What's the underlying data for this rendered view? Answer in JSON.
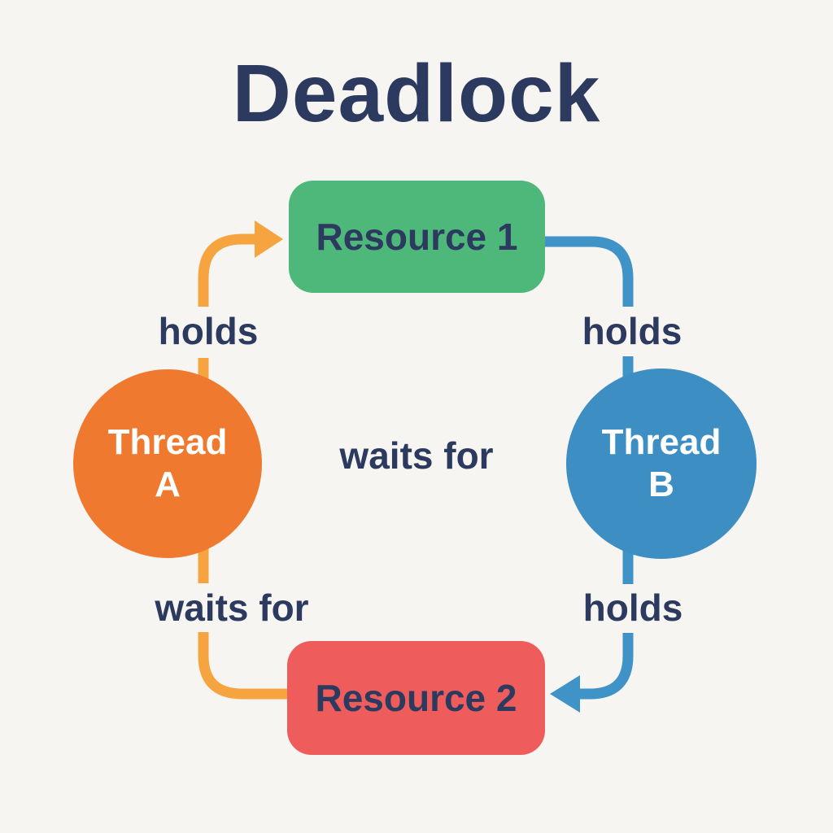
{
  "title": "Deadlock",
  "colors": {
    "background": "#f7f5f1",
    "text_dark": "#2b3a5e",
    "resource1_fill": "#4eb87a",
    "resource2_fill": "#ee5d5c",
    "thread_a_fill": "#ef7a2f",
    "thread_b_fill": "#3d8ec3",
    "orange_connector": "#f5a43f",
    "blue_connector": "#3f93c7",
    "node_text_light": "#ffffff"
  },
  "nodes": {
    "resource1": {
      "label": "Resource 1"
    },
    "resource2": {
      "label": "Resource 2"
    },
    "thread_a": {
      "label_line1": "Thread",
      "label_line2": "A"
    },
    "thread_b": {
      "label_line1": "Thread",
      "label_line2": "B"
    }
  },
  "edges": {
    "thread_a_holds_resource1": {
      "label": "holds"
    },
    "thread_b_holds_resource1": {
      "label": "holds"
    },
    "thread_b_holds_resource2": {
      "label": "holds"
    },
    "thread_a_waits_resource2": {
      "label": "waits for"
    },
    "center_waits_for": {
      "label": "waits for"
    }
  }
}
